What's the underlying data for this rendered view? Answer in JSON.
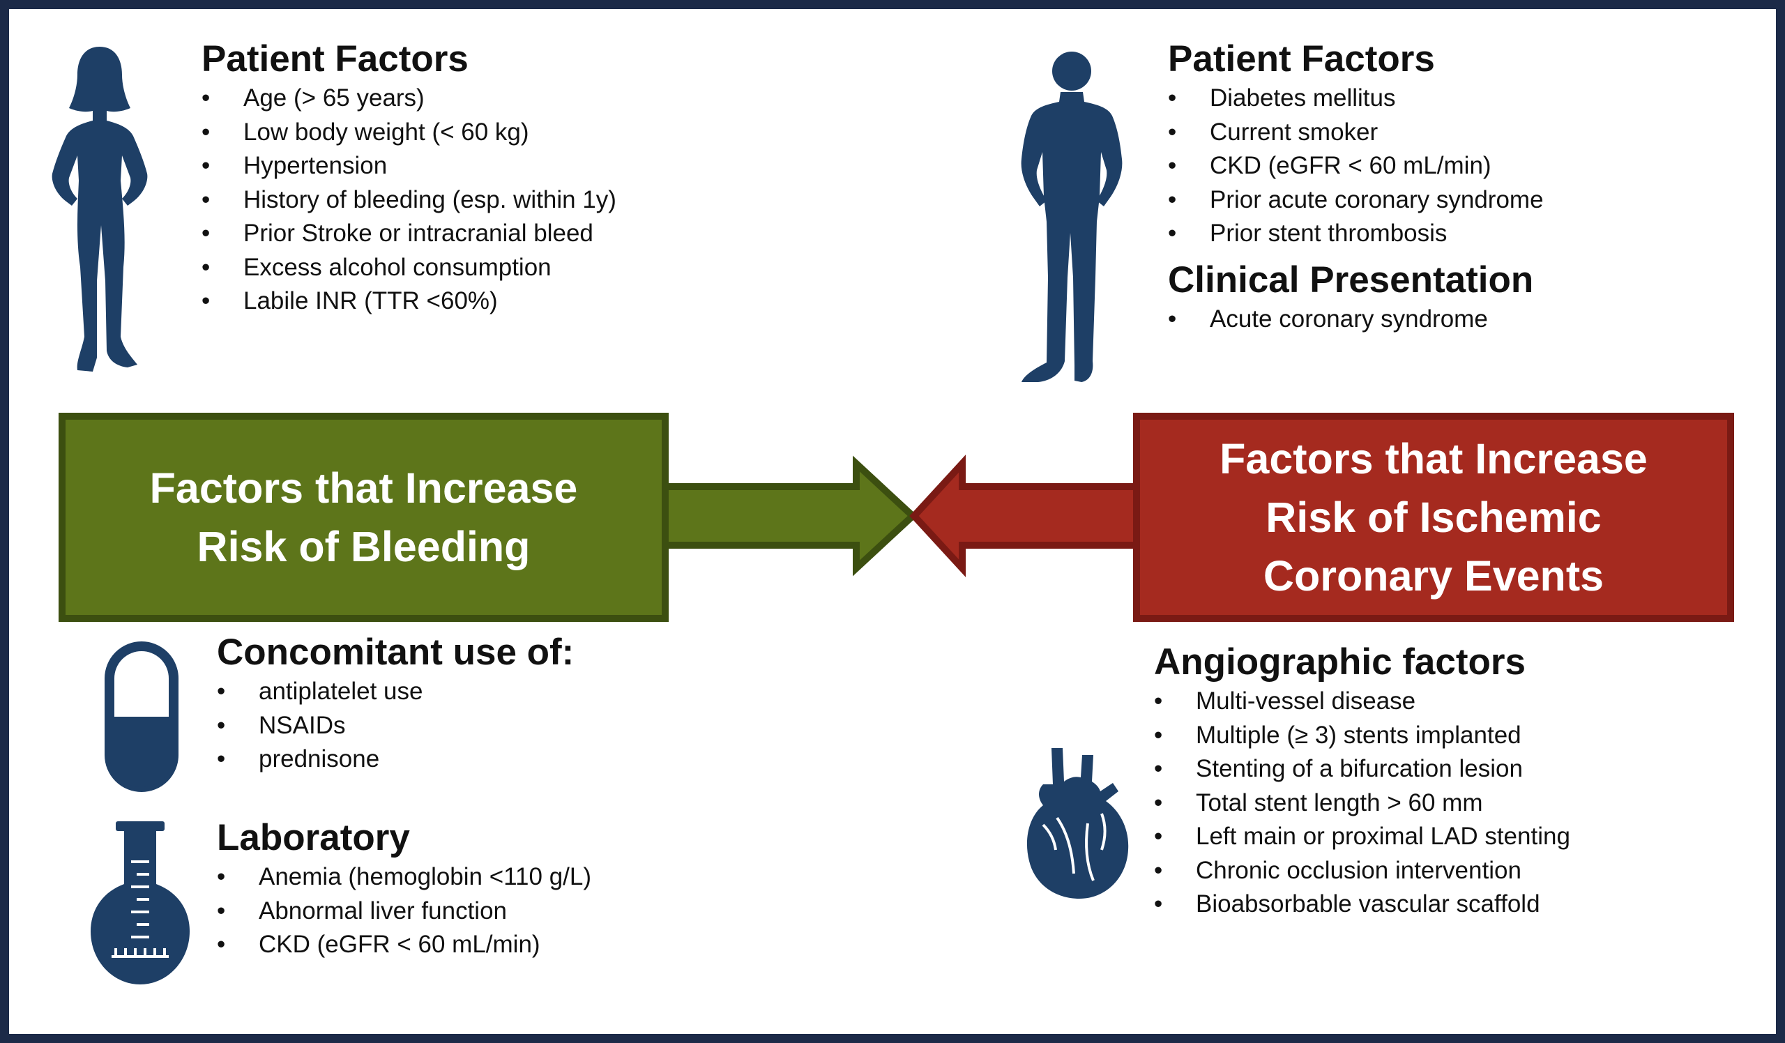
{
  "left": {
    "patient_factors": {
      "title": "Patient Factors",
      "items": [
        "Age (> 65 years)",
        "Low body weight (< 60 kg)",
        "Hypertension",
        "History of bleeding (esp. within 1y)",
        "Prior Stroke or intracranial bleed",
        "Excess alcohol consumption",
        "Labile INR (TTR <60%)"
      ]
    },
    "concomitant": {
      "title": "Concomitant use of:",
      "items": [
        "antiplatelet use",
        "NSAIDs",
        "prednisone"
      ]
    },
    "laboratory": {
      "title": "Laboratory",
      "items": [
        "Anemia (hemoglobin <110 g/L)",
        "Abnormal liver function",
        "CKD (eGFR < 60 mL/min)"
      ]
    },
    "box": {
      "line1": "Factors that Increase",
      "line2": "Risk of Bleeding"
    }
  },
  "right": {
    "patient_factors": {
      "title": "Patient Factors",
      "items": [
        "Diabetes mellitus",
        "Current smoker",
        "CKD (eGFR < 60 mL/min)",
        "Prior acute coronary syndrome",
        "Prior stent thrombosis"
      ]
    },
    "clinical": {
      "title": "Clinical Presentation",
      "items": [
        "Acute coronary syndrome"
      ]
    },
    "angiographic": {
      "title": "Angiographic factors",
      "items": [
        "Multi-vessel disease",
        "Multiple (≥ 3) stents implanted",
        "Stenting of a bifurcation lesion",
        "Total stent length > 60 mm",
        "Left main or proximal LAD stenting",
        "Chronic occlusion intervention",
        "Bioabsorbable vascular scaffold"
      ]
    },
    "box": {
      "line1": "Factors that Increase",
      "line2": "Risk of Ischemic",
      "line3": "Coronary Events"
    }
  },
  "icons": {
    "woman": "woman-silhouette-icon",
    "man": "man-silhouette-icon",
    "pill": "pill-capsule-icon",
    "flask": "flask-icon",
    "heart": "heart-icon"
  },
  "colors": {
    "bleeding_green": "#5d751a",
    "ischemic_red": "#a52a1f",
    "icon_navy": "#1e3f66",
    "frame_navy": "#1c2a48"
  }
}
